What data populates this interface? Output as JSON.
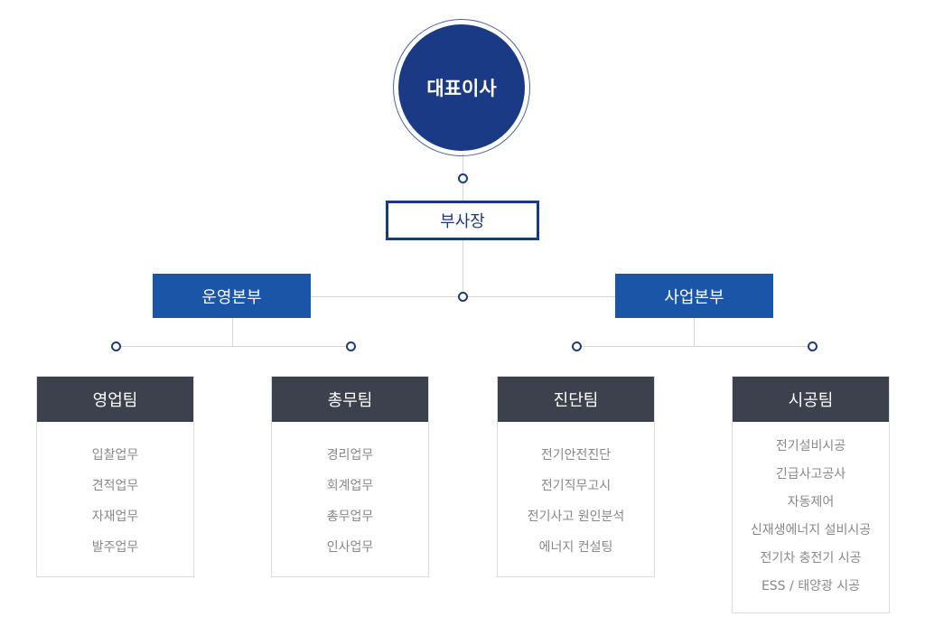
{
  "ceo": "대표이사",
  "vp": "부사장",
  "divisions": [
    {
      "label": "운영본부"
    },
    {
      "label": "사업본부"
    }
  ],
  "teams": [
    {
      "title": "영업팀",
      "items": [
        "입찰업무",
        "견적업무",
        "자재업무",
        "발주업무"
      ]
    },
    {
      "title": "총무팀",
      "items": [
        "경리업무",
        "회계업무",
        "총무업무",
        "인사업무"
      ]
    },
    {
      "title": "진단팀",
      "items": [
        "전기안전진단",
        "전기직무고시",
        "전기사고 원인분석",
        "에너지 컨설팅"
      ]
    },
    {
      "title": "시공팀",
      "items": [
        "전기설비시공",
        "긴급사고공사",
        "자동제어",
        "신재생에너지 설비시공",
        "전기차 충전기 시공",
        "ESS / 태양광 시공"
      ]
    }
  ],
  "colors": {
    "navy": "#1a3a86",
    "blue": "#1a55a8",
    "dark": "#3d414d"
  }
}
